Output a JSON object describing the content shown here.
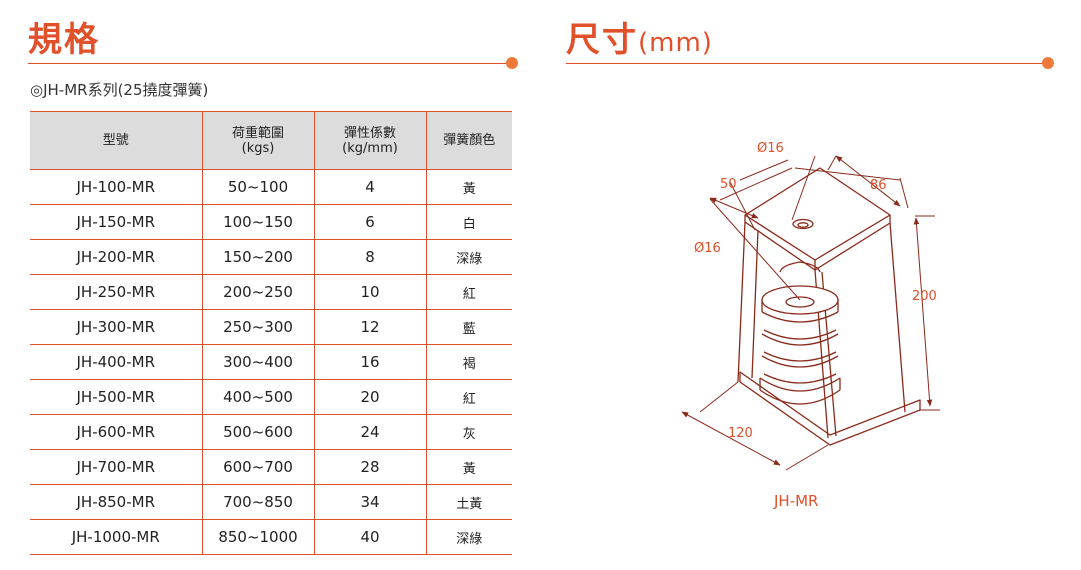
{
  "spec_section": {
    "title": "規格"
  },
  "dimension_section": {
    "title": "尺寸",
    "unit": "(mm)"
  },
  "subtitle": "◎JH-MR系列(25撓度彈簧)",
  "table": {
    "headers": [
      {
        "line1": "型號",
        "line2": ""
      },
      {
        "line1": "荷重範圍",
        "line2": "(kgs)"
      },
      {
        "line1": "彈性係數",
        "line2": "(kg/mm)"
      },
      {
        "line1": "彈簧顏色",
        "line2": ""
      }
    ],
    "rows": [
      {
        "model": "JH-100-MR",
        "load": "50~100",
        "rate": "4",
        "color": "黃"
      },
      {
        "model": "JH-150-MR",
        "load": "100~150",
        "rate": "6",
        "color": "白"
      },
      {
        "model": "JH-200-MR",
        "load": "150~200",
        "rate": "8",
        "color": "深綠"
      },
      {
        "model": "JH-250-MR",
        "load": "200~250",
        "rate": "10",
        "color": "紅"
      },
      {
        "model": "JH-300-MR",
        "load": "250~300",
        "rate": "12",
        "color": "藍"
      },
      {
        "model": "JH-400-MR",
        "load": "300~400",
        "rate": "16",
        "color": "褐"
      },
      {
        "model": "JH-500-MR",
        "load": "400~500",
        "rate": "20",
        "color": "紅"
      },
      {
        "model": "JH-600-MR",
        "load": "500~600",
        "rate": "24",
        "color": "灰"
      },
      {
        "model": "JH-700-MR",
        "load": "600~700",
        "rate": "28",
        "color": "黃"
      },
      {
        "model": "JH-850-MR",
        "load": "700~850",
        "rate": "34",
        "color": "土黃"
      },
      {
        "model": "JH-1000-MR",
        "load": "850~1000",
        "rate": "40",
        "color": "深綠"
      }
    ]
  },
  "drawing": {
    "dim_hole_top": "Ø16",
    "dim_hole_spring": "Ø16",
    "dim_depth": "50",
    "dim_width": "86",
    "dim_height": "200",
    "dim_length": "120",
    "caption": "JH-MR"
  },
  "colors": {
    "accent": "#e0502a",
    "dot": "#ee7a3a",
    "header_bg": "#dcdcdc"
  }
}
